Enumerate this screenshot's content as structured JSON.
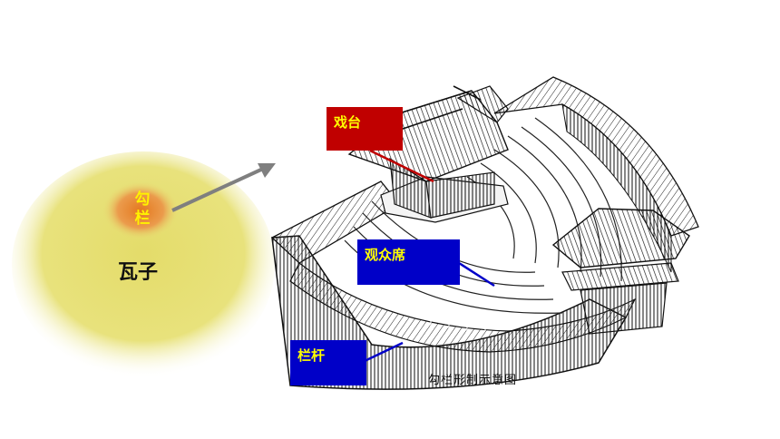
{
  "left_diagram": {
    "outer_label": "瓦子",
    "inner_label_line1": "勾",
    "inner_label_line2": "栏"
  },
  "callouts": {
    "stage": "戏台",
    "audience": "观众席",
    "railing": "栏杆"
  },
  "caption": "勾栏形制示意图",
  "colors": {
    "outer_circle": "#e6e07a",
    "inner_spot": "#e8893a",
    "inner_text": "#fff200",
    "stage_box": "#c00000",
    "blue_box": "#0000c8",
    "label_text": "#ffff00",
    "arrow": "#7f7f7f"
  }
}
